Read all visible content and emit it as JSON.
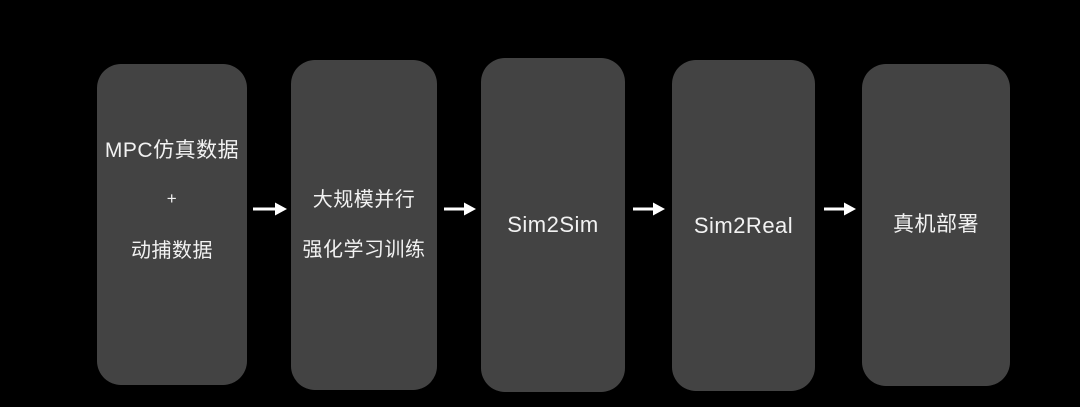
{
  "diagram": {
    "title": "Robot learning pipeline flow diagram",
    "background_color": "#000000",
    "box_color": "#434343",
    "text_color": "#f2f2f2",
    "arrow_color": "#ffffff",
    "stages": [
      {
        "id": "stage-1",
        "lines": [
          "MPC仿真数据",
          "+",
          "动捕数据"
        ],
        "line_main": "MPC仿真数据",
        "line_plus": "+",
        "line_sub": "动捕数据"
      },
      {
        "id": "stage-2",
        "lines": [
          "大规模并行",
          "强化学习训练"
        ],
        "line_a": "大规模并行",
        "line_b": "强化学习训练"
      },
      {
        "id": "stage-3",
        "label": "Sim2Sim"
      },
      {
        "id": "stage-4",
        "label": "Sim2Real"
      },
      {
        "id": "stage-5",
        "label": "真机部署"
      }
    ],
    "connectors": [
      {
        "id": "arrow-1",
        "icon": "arrow-right-icon",
        "from": "stage-1",
        "to": "stage-2"
      },
      {
        "id": "arrow-2",
        "icon": "arrow-right-icon",
        "from": "stage-2",
        "to": "stage-3"
      },
      {
        "id": "arrow-3",
        "icon": "arrow-right-icon",
        "from": "stage-3",
        "to": "stage-4"
      },
      {
        "id": "arrow-4",
        "icon": "arrow-right-icon",
        "from": "stage-4",
        "to": "stage-5"
      }
    ]
  }
}
